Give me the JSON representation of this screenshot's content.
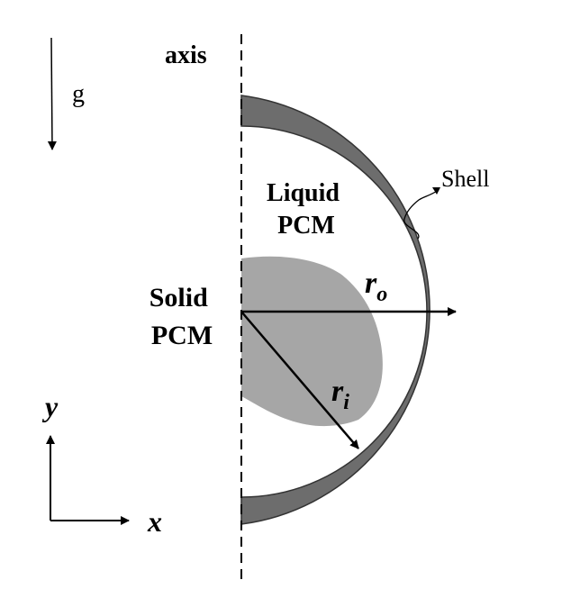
{
  "labels": {
    "axis": "axis",
    "gravity": "g",
    "liquid_line1": "Liquid",
    "liquid_line2": "PCM",
    "solid_line1": "Solid",
    "solid_line2": "PCM",
    "shell": "Shell",
    "r_outer": "r",
    "r_outer_sub": "o",
    "r_inner": "r",
    "r_inner_sub": "i",
    "y_axis": "y",
    "x_axis": "x"
  },
  "colors": {
    "shell": "#6d6d6d",
    "solid_pcm": "#a6a6a6",
    "lines": "#000000",
    "background": "#ffffff"
  }
}
